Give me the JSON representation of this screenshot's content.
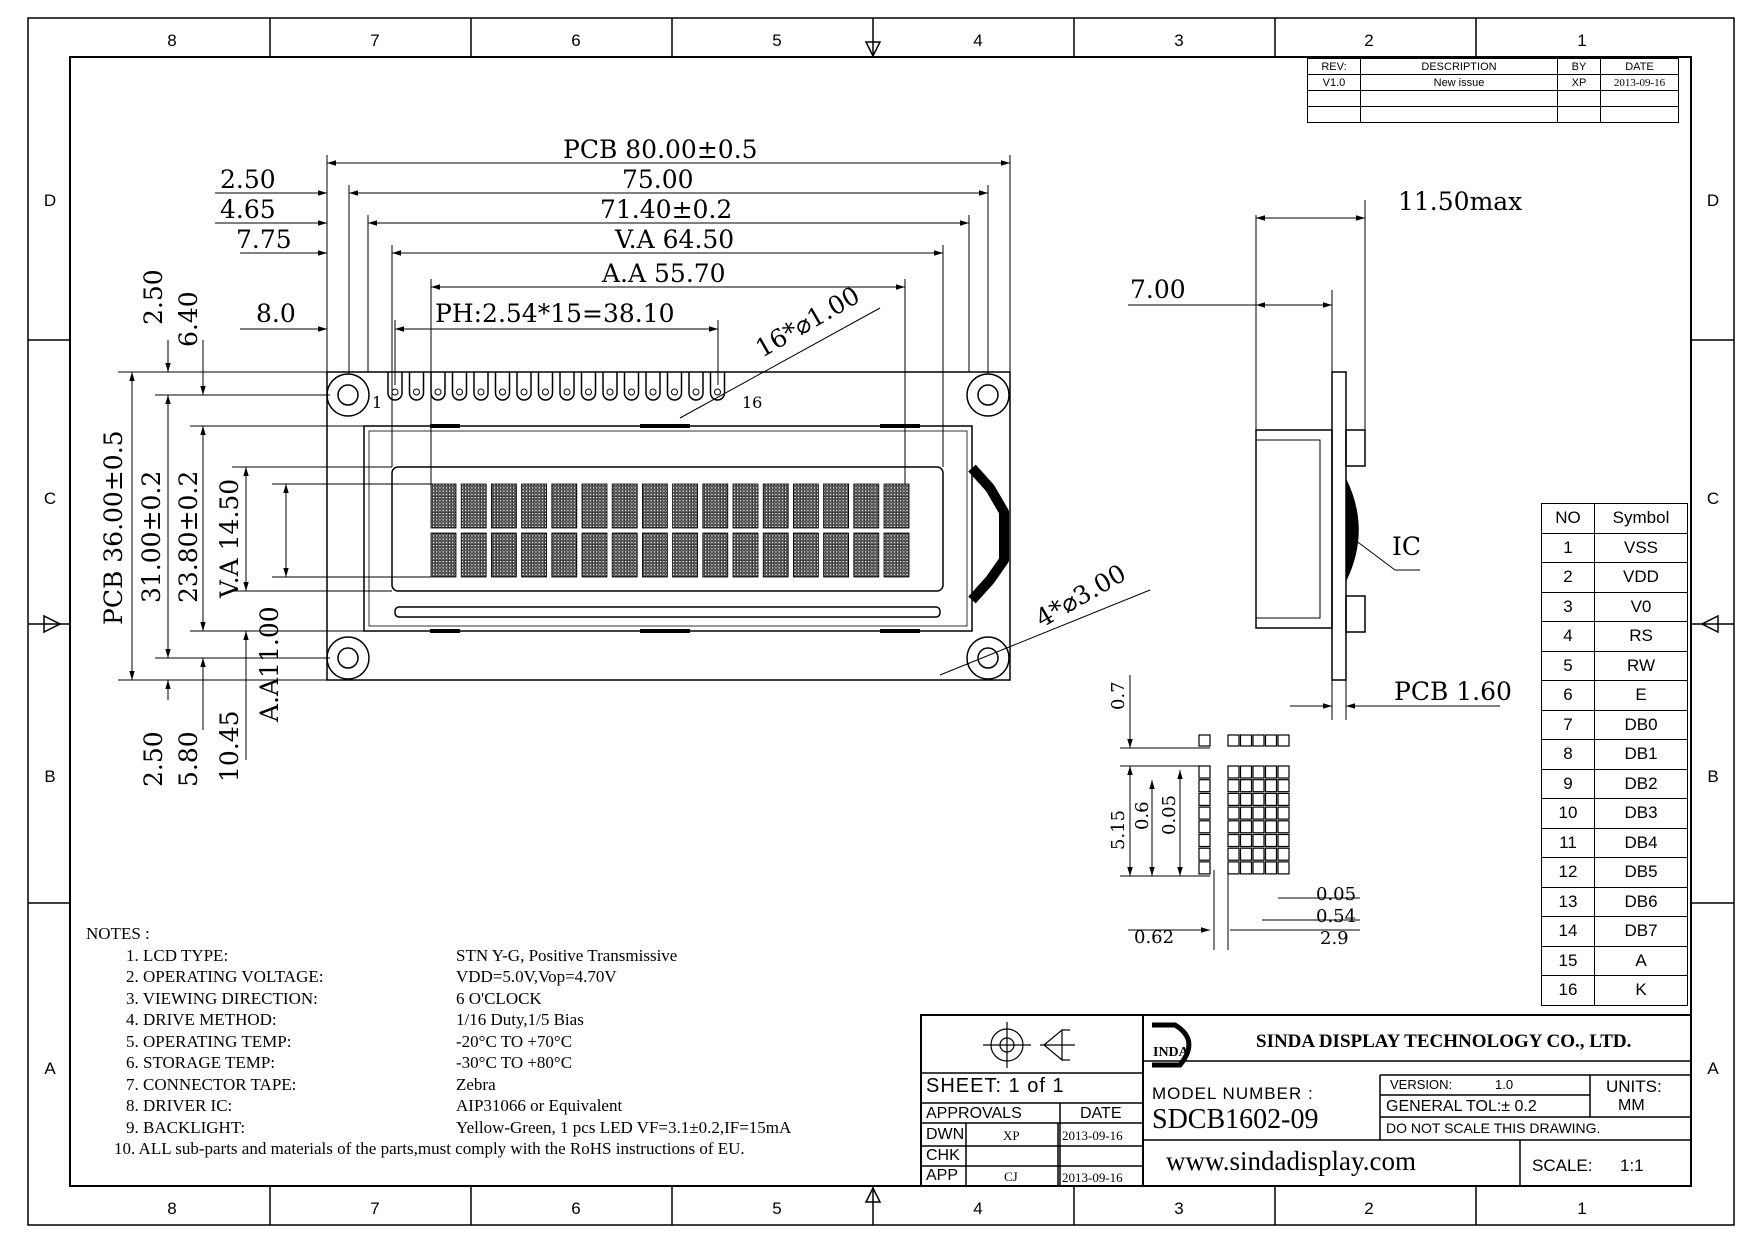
{
  "zones": {
    "columns": [
      "8",
      "7",
      "6",
      "5",
      "4",
      "3",
      "2",
      "1"
    ],
    "rows": [
      "D",
      "C",
      "B",
      "A"
    ]
  },
  "revision_table": {
    "headers": [
      "REV:",
      "DESCRIPTION",
      "BY",
      "DATE"
    ],
    "rows": [
      [
        "V1.0",
        "New issue",
        "XP",
        "2013-09-16"
      ]
    ]
  },
  "front_view": {
    "dims_horizontal": [
      "PCB 80.00±0.5",
      "75.00",
      "71.40±0.2",
      "V.A 64.50",
      "A.A 55.70",
      "PH:2.54*15=38.10"
    ],
    "dims_left_offsets": [
      "2.50",
      "4.65",
      "7.75",
      "8.0"
    ],
    "dims_vertical_left": [
      "PCB 36.00±0.5",
      "31.00±0.2",
      "23.80±0.2",
      "V.A 14.50",
      "A.A11.00"
    ],
    "dims_vertical_top": [
      "2.50",
      "6.40"
    ],
    "dims_vertical_bottom": [
      "2.50",
      "5.80",
      "10.45"
    ],
    "pin_hole_label": "16*⌀1.00",
    "mount_hole_label": "4*⌀3.00",
    "pin_first": "1",
    "pin_last": "16"
  },
  "side_view": {
    "dims": [
      "11.50max",
      "7.00",
      "PCB 1.60"
    ],
    "ic_label": "IC"
  },
  "dot_detail": {
    "dims": [
      "0.7",
      "5.15",
      "0.6",
      "0.05",
      "0.62",
      "0.05",
      "0.54",
      "2.9"
    ]
  },
  "pin_table": {
    "headers": [
      "NO",
      "Symbol"
    ],
    "rows": [
      [
        "1",
        "VSS"
      ],
      [
        "2",
        "VDD"
      ],
      [
        "3",
        "V0"
      ],
      [
        "4",
        "RS"
      ],
      [
        "5",
        "RW"
      ],
      [
        "6",
        "E"
      ],
      [
        "7",
        "DB0"
      ],
      [
        "8",
        "DB1"
      ],
      [
        "9",
        "DB2"
      ],
      [
        "10",
        "DB3"
      ],
      [
        "11",
        "DB4"
      ],
      [
        "12",
        "DB5"
      ],
      [
        "13",
        "DB6"
      ],
      [
        "14",
        "DB7"
      ],
      [
        "15",
        "A"
      ],
      [
        "16",
        "K"
      ]
    ]
  },
  "notes": {
    "heading": "NOTES :",
    "items": [
      {
        "label": "1. LCD TYPE:",
        "value": "STN Y-G, Positive Transmissive"
      },
      {
        "label": "2. OPERATING VOLTAGE:",
        "value": "VDD=5.0V,Vop=4.70V"
      },
      {
        "label": "3. VIEWING DIRECTION:",
        "value": "6 O'CLOCK"
      },
      {
        "label": "4. DRIVE METHOD:",
        "value": "1/16 Duty,1/5 Bias"
      },
      {
        "label": "5. OPERATING TEMP:",
        "value": "-20°C TO +70°C"
      },
      {
        "label": "6. STORAGE TEMP:",
        "value": "-30°C TO +80°C"
      },
      {
        "label": "7. CONNECTOR TAPE:",
        "value": "Zebra"
      },
      {
        "label": "8. DRIVER IC:",
        "value": "AIP31066 or Equivalent"
      },
      {
        "label": "9. BACKLIGHT:",
        "value": "Yellow-Green, 1 pcs LED VF=3.1±0.2,IF=15mA"
      }
    ],
    "last": "10. ALL sub-parts and materials of the parts,must comply with the RoHS instructions of EU."
  },
  "title_block": {
    "sheet": "SHEET:  1  of  1",
    "approvals": "APPROVALS",
    "date_header": "DATE",
    "rows": [
      {
        "role": "DWN",
        "name": "XP",
        "date": "2013-09-16"
      },
      {
        "role": "CHK",
        "name": "",
        "date": ""
      },
      {
        "role": "APP",
        "name": "CJ",
        "date": "2013-09-16"
      }
    ],
    "logo_text": "INDA",
    "company": "SINDA DISPLAY TECHNOLOGY  CO., LTD.",
    "model_label": "MODEL  NUMBER :",
    "model": "SDCB1602-09",
    "version_label": "VERSION:",
    "version": "1.0",
    "tolerance": "GENERAL  TOL:± 0.2",
    "units_label": "UNITS:",
    "units": "MM",
    "no_scale": "DO  NOT  SCALE  THIS  DRAWING.",
    "website": "www.sindadisplay.com",
    "scale_label": "SCALE:",
    "scale": "1:1"
  }
}
